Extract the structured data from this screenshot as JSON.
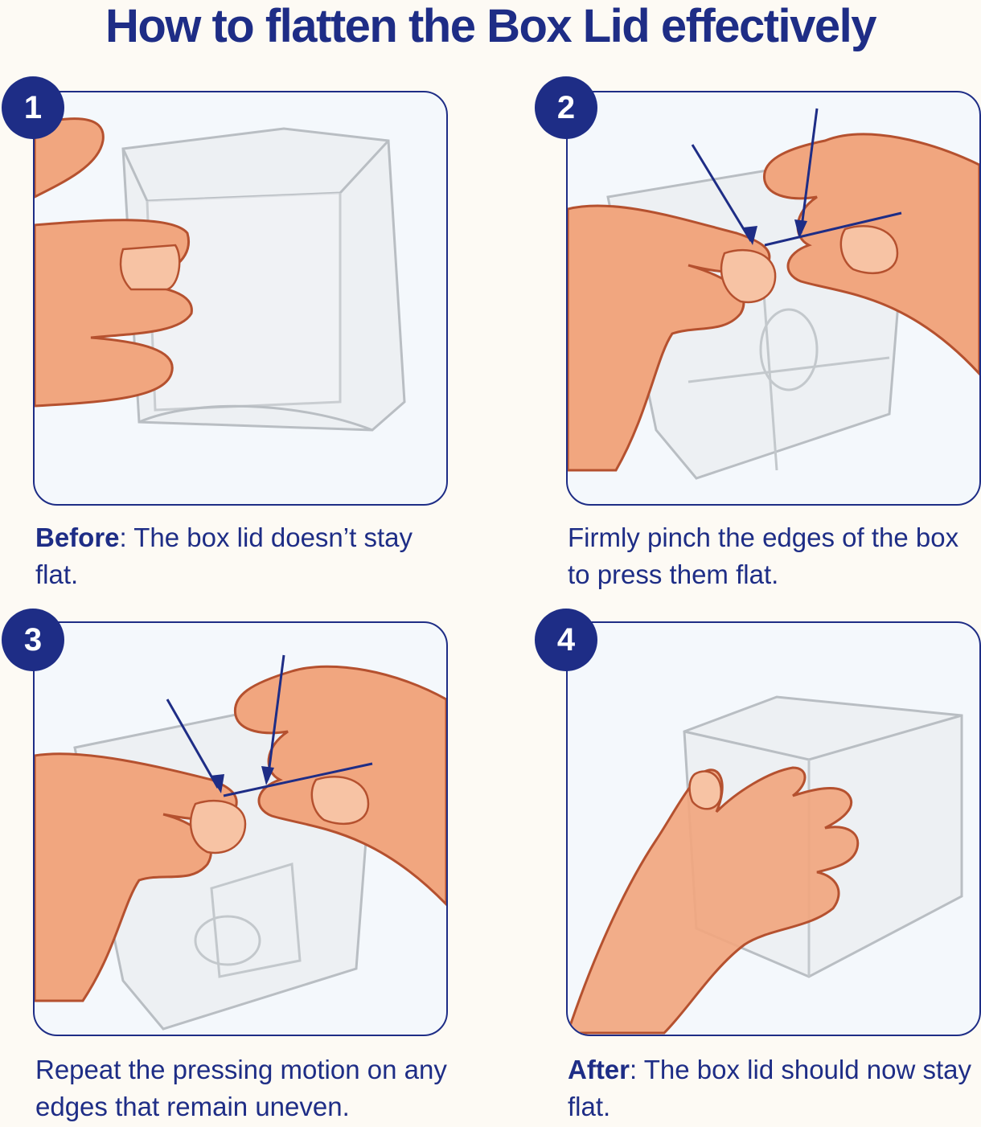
{
  "title": "How to flatten the Box Lid effectively",
  "steps": [
    {
      "number": "1",
      "caption_bold": "Before",
      "caption_text": ": The box lid doesn’t stay flat."
    },
    {
      "number": "2",
      "caption_bold": "",
      "caption_text": "Firmly pinch the edges of the box to press them flat."
    },
    {
      "number": "3",
      "caption_bold": "",
      "caption_text": "Repeat the pressing motion on any edges that remain uneven."
    },
    {
      "number": "4",
      "caption_bold": "After",
      "caption_text": ": The box lid should now stay flat."
    }
  ],
  "colors": {
    "accent": "#1e2d86",
    "skin": "#f1a67f",
    "skin_outline": "#b5512f",
    "panel_bg": "#f4f8fc",
    "page_bg": "#fdfaf4"
  }
}
